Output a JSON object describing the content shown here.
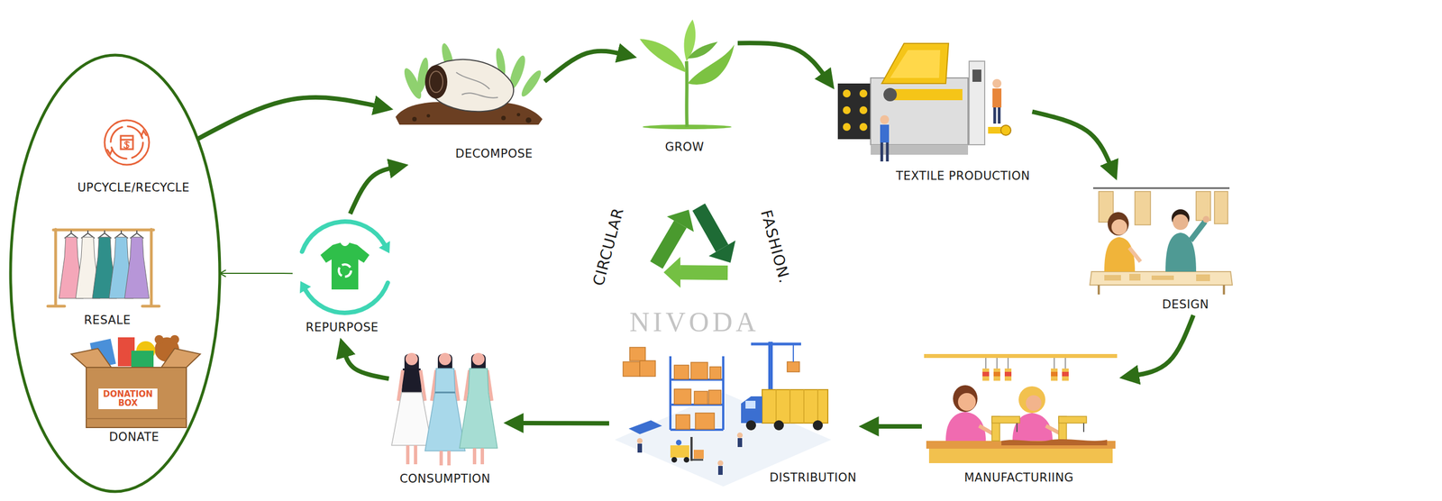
{
  "diagram": {
    "nodes": [
      {
        "text": []
      },
      {
        "text": [
          "UPCYCLE/RECYCLE"
        ],
        "in": 0
      },
      {
        "text": [
          "RESALE"
        ],
        "in": 0
      },
      {
        "text": [
          "DONATE"
        ],
        "in": 0
      },
      {
        "text": [
          "REPURPOSE"
        ]
      },
      {
        "text": [
          "DECOMPOSE"
        ]
      },
      {
        "text": [
          "GROW"
        ]
      },
      {
        "text": [
          "TEXTILE PRODUCTION"
        ]
      },
      {
        "text": [
          "DESIGN"
        ]
      },
      {
        "text": [
          "MANUFACTURIING"
        ]
      },
      {
        "text": [
          "DISTRIBUTION"
        ]
      },
      {
        "text": [
          "CONSUMPTION"
        ]
      }
    ],
    "edges": [
      {
        "from": 0,
        "to": 5,
        "arrow": "to"
      },
      {
        "from": 4,
        "to": 0,
        "arrow": "to"
      },
      {
        "from": 4,
        "to": 5,
        "arrow": "to"
      },
      {
        "from": 5,
        "to": 6,
        "arrow": "to"
      },
      {
        "from": 6,
        "to": 7,
        "arrow": "to"
      },
      {
        "from": 7,
        "to": 8,
        "arrow": "to"
      },
      {
        "from": 8,
        "to": 9,
        "arrow": "to"
      },
      {
        "from": 9,
        "to": 10,
        "arrow": "to"
      },
      {
        "from": 10,
        "to": 11,
        "arrow": "to"
      },
      {
        "from": 11,
        "to": 4,
        "arrow": "to"
      }
    ],
    "labels": [
      "CIRCULAR",
      "FASHION.",
      "NIVODA",
      "DONATION BOX"
    ]
  }
}
